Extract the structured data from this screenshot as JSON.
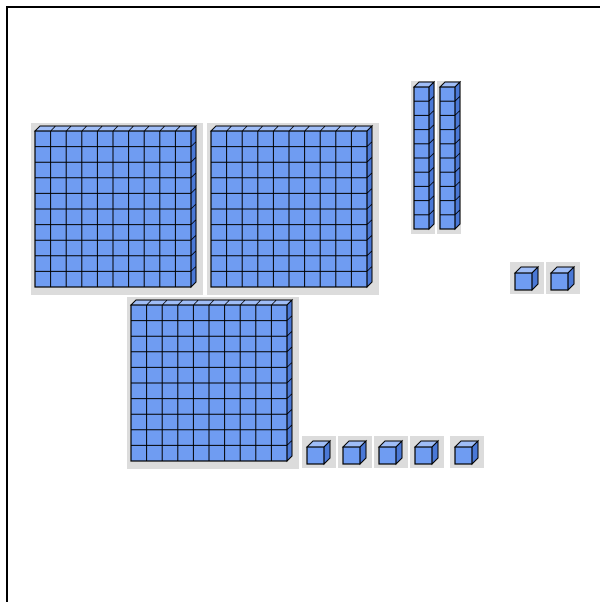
{
  "workspace": {
    "block_color": "#6f9cf2",
    "block_side_color": "#4a78d6",
    "block_top_color": "#9fbdf7",
    "tile_background": "#dcdcdc",
    "line_color": "#000000",
    "hundreds_flats": 3,
    "tens_rods": 2,
    "ones_units": 7,
    "icons": [
      "hundred-flat-icon",
      "ten-rod-icon",
      "unit-cube-icon"
    ]
  }
}
